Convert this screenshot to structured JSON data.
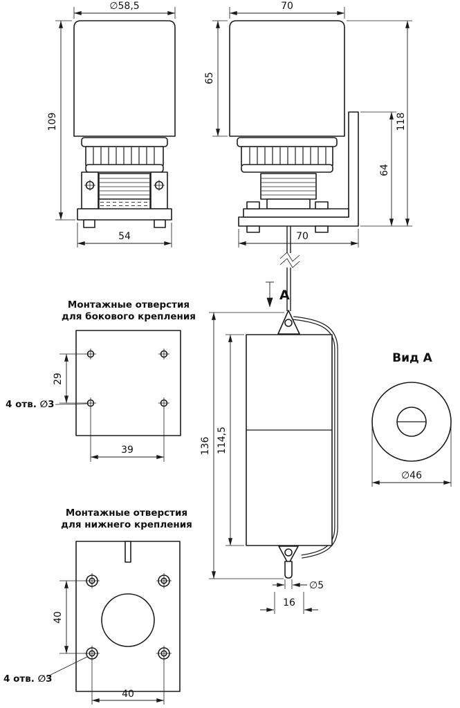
{
  "drawing": {
    "front_view": {
      "dia_top": "∅58,5",
      "height": "109",
      "base_width": "54"
    },
    "side_view": {
      "width_top": "70",
      "cap_height": "65",
      "total_height": "118",
      "bracket_height": "64",
      "base_width": "70",
      "view_arrow_label": "А"
    },
    "side_mount": {
      "caption1": "Монтажные отверстия",
      "caption2": "для бокового крепления",
      "hole_v_spacing": "29",
      "hole_h_spacing": "39",
      "holes_note": "4 отв. ∅3"
    },
    "float_view": {
      "total_height": "136",
      "body_height": "114,5",
      "pin_dia": "∅5",
      "fitting_width": "16"
    },
    "view_a": {
      "title": "Вид А",
      "dia": "∅46"
    },
    "bottom_mount": {
      "caption1": "Монтажные отверстия",
      "caption2": "для нижнего крепления",
      "hole_v_spacing": "40",
      "hole_h_spacing": "40",
      "holes_note": "4 отв. ∅3"
    }
  },
  "colors": {
    "line": "#1b1b1b",
    "background": "#ffffff"
  }
}
